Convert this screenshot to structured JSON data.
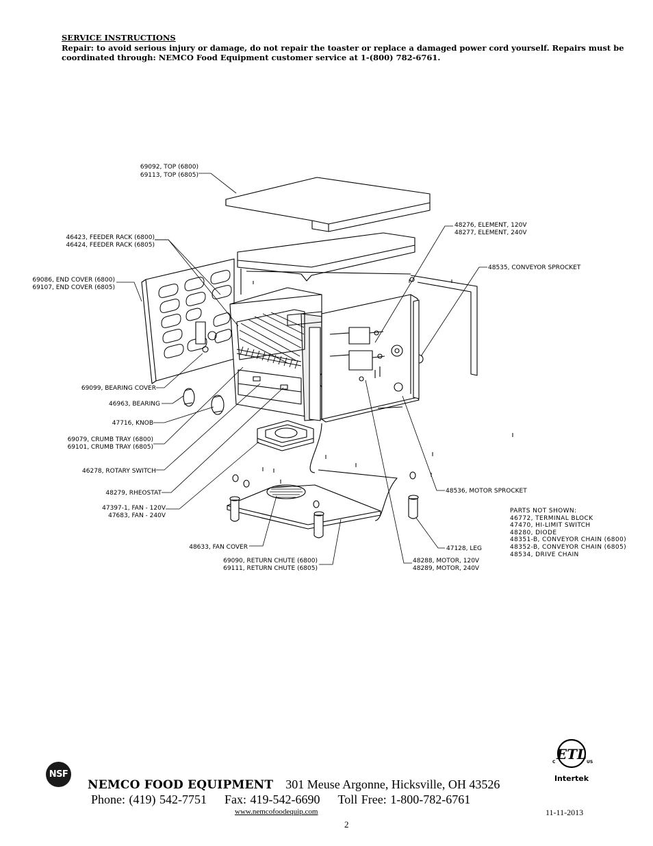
{
  "service": {
    "heading": "SERVICE INSTRUCTIONS",
    "text": "Repair:  to avoid serious injury or damage, do not repair the toaster or replace a damaged power cord yourself.  Repairs must be coordinated through: NEMCO Food Equipment customer service at 1-(800) 782-6761."
  },
  "parts": {
    "top_1": "69092, TOP (6800)",
    "top_2": "69113, TOP (6805)",
    "feeder_1": "46423, FEEDER RACK (6800)",
    "feeder_2": "46424, FEEDER RACK (6805)",
    "endcover_1": "69086, END COVER (6800)",
    "endcover_2": "69107, END COVER (6805)",
    "bearing_cover": "69099, BEARING COVER",
    "bearing": "46963, BEARING",
    "knob": "47716, KNOB",
    "crumb_1": "69079, CRUMB TRAY (6800)",
    "crumb_2": "69101, CRUMB TRAY (6805)",
    "rotary": "46278, ROTARY SWITCH",
    "rheostat": "48279, RHEOSTAT",
    "fan_1": "47397-1, FAN - 120V",
    "fan_2": "47683, FAN - 240V",
    "fan_cover": "48633, FAN COVER",
    "chute_1": "69090, RETURN CHUTE (6800)",
    "chute_2": "69111, RETURN CHUTE (6805)",
    "element_1": "48276, ELEMENT, 120V",
    "element_2": "48277, ELEMENT, 240V",
    "conveyor_sprocket": "48535, CONVEYOR SPROCKET",
    "motor_sprocket": "48536, MOTOR SPROCKET",
    "leg": "47128, LEG",
    "motor_1": "48288, MOTOR, 120V",
    "motor_2": "48289, MOTOR, 240V"
  },
  "not_shown": {
    "title": "PARTS NOT SHOWN:",
    "items": [
      "46772, TERMINAL BLOCK",
      "47470, HI-LIMIT SWITCH",
      "48280, DIODE",
      "48351-B, CONVEYOR CHAIN (6800)",
      "48352-B, CONVEYOR CHAIN (6805)",
      "48534, DRIVE CHAIN"
    ]
  },
  "footer": {
    "nsf_logo": "NSF",
    "company": "NEMCO FOOD EQUIPMENT",
    "address": "301 Meuse Argonne, Hicksville, OH 43526",
    "phone": "Phone: (419) 542-7751",
    "fax": "Fax: 419-542-6690",
    "tollfree": "Toll Free: 1-800-782-6761",
    "url": "www.nemcofoodequip.com",
    "date": "11-11-2013",
    "page": "2",
    "cert_mark": "ETL",
    "cert_c": "C",
    "cert_us": "US",
    "cert_intertek": "Intertek"
  }
}
